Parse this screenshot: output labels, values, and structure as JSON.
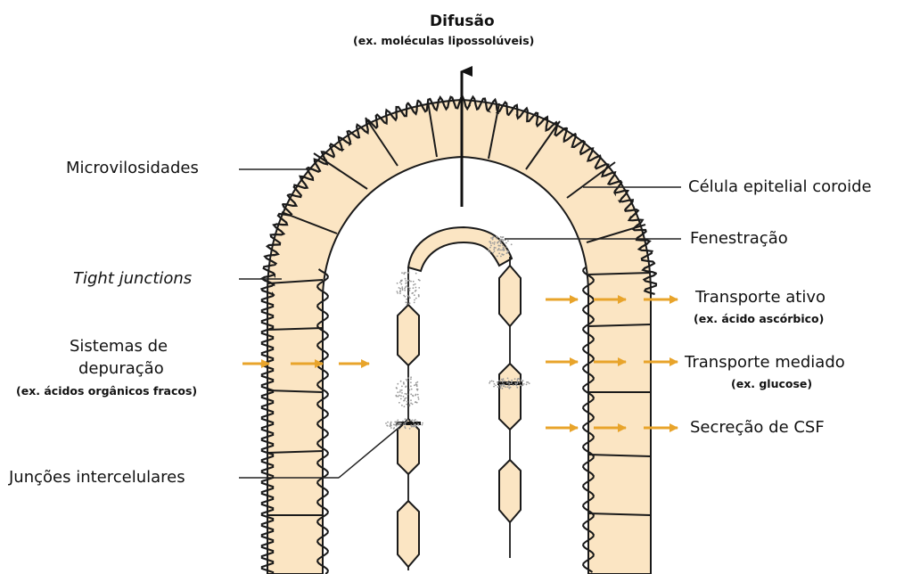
{
  "top": {
    "title": "Difusão",
    "subtitle": "(ex. moléculas lipossolúveis)"
  },
  "left_labels": {
    "microvilli": "Microvilosidades",
    "tight_junctions": "Tight junctions",
    "clearance_line1": "Sistemas de",
    "clearance_line2": "depuração",
    "clearance_sub": "(ex. ácidos orgânicos fracos)",
    "intercellular": "Junções intercelulares"
  },
  "right_labels": {
    "epithelial_cell": "Célula epitelial coroide",
    "fenestration": "Fenestração",
    "active_transport": "Transporte ativo",
    "active_transport_sub": "(ex. ácido ascórbico)",
    "mediated_transport": "Transporte mediado",
    "mediated_transport_sub": "(ex. glucose)",
    "csf_secretion": "Secreção de CSF"
  },
  "colors": {
    "cell_fill": "#fbe5c3",
    "outline": "#1a1a1a",
    "arrow": "#e8a42b",
    "dots": "#9a9a9a"
  }
}
